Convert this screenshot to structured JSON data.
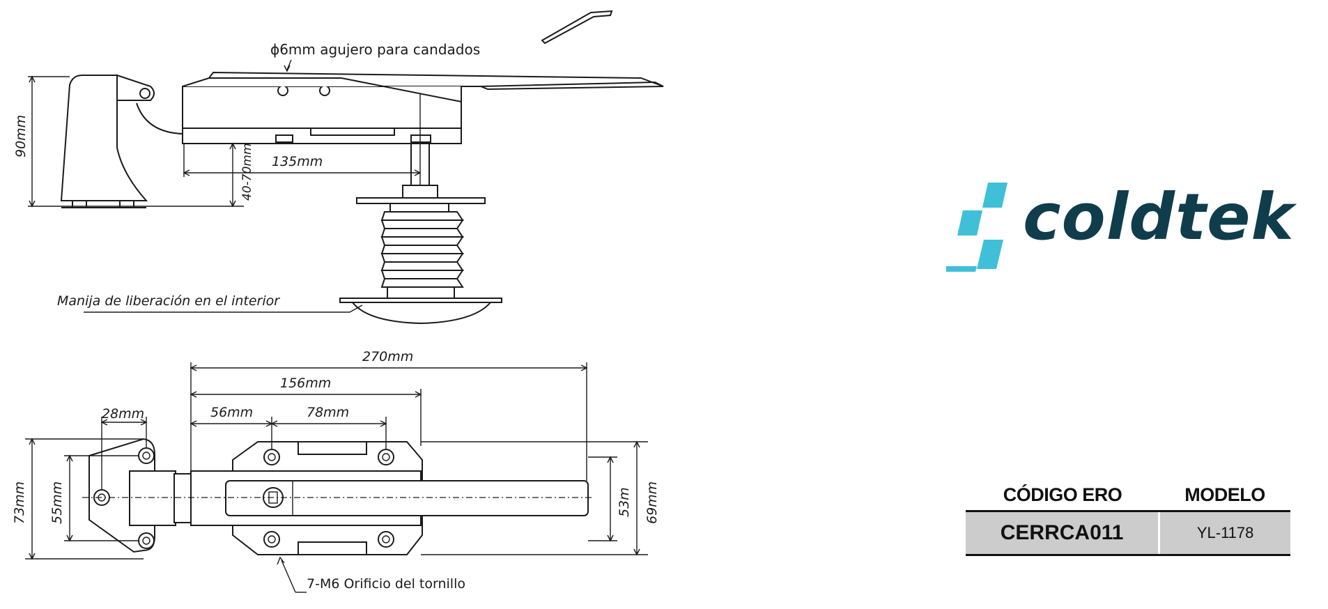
{
  "diagram": {
    "side_view": {
      "hole_label": "ϕ6mm agujero para candados",
      "height_label": "90mm",
      "length_label": "135mm",
      "range_label": "40-70mm",
      "handle_label": "Manija de liberación en el interior"
    },
    "top_view": {
      "total_length": "270mm",
      "length_156": "156mm",
      "width_28": "28mm",
      "offset_56": "56mm",
      "spacing_78": "78mm",
      "height_73": "73mm",
      "height_55": "55mm",
      "height_53": "53m",
      "height_69": "69mm",
      "screw_label": "7-M6 Orificio del tornillo"
    }
  },
  "brand": {
    "name": "coldtek",
    "colors": {
      "accent": "#3fc0d8",
      "text": "#0f3d4c"
    }
  },
  "spec_table": {
    "headers": [
      "CÓDIGO ERO",
      "MODELO"
    ],
    "values": [
      "CERRCA011",
      "YL-1178"
    ]
  }
}
